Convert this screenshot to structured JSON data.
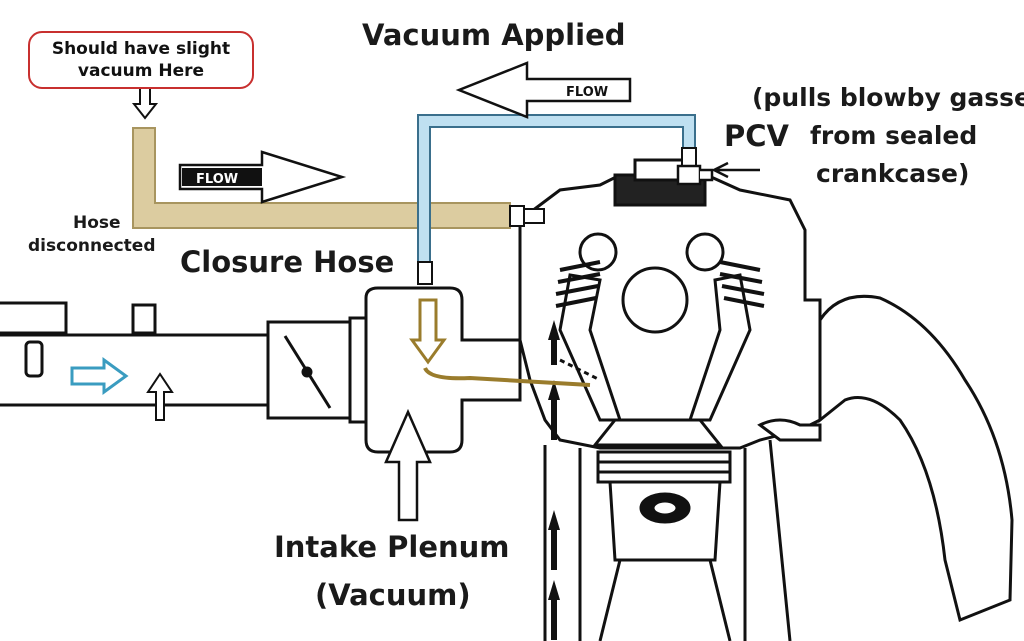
{
  "title": "Vacuum Applied",
  "callout": {
    "line1": "Should have slight",
    "line2": "vacuum Here"
  },
  "labels": {
    "hose_line1": "Hose",
    "hose_line2": "disconnected",
    "closure_hose": "Closure Hose",
    "pcv": "PCV",
    "pcv_note_line1": "(pulls blowby gasses",
    "pcv_note_line2": "from sealed",
    "pcv_note_line3": "crankcase)",
    "intake_line1": "Intake Plenum",
    "intake_line2": "(Vacuum)"
  },
  "flow_labels": {
    "top": "FLOW",
    "middle": "FLOW"
  },
  "colors": {
    "closure_hose": "#dccca0",
    "closure_hose_edge": "#a8955f",
    "pcv_hose": "#bfe0f1",
    "pcv_hose_edge": "#3a6f8c",
    "flow_path": "#9a7c2c",
    "intake_arrow": "#3a9cc0",
    "callout_border": "#c8302f"
  }
}
